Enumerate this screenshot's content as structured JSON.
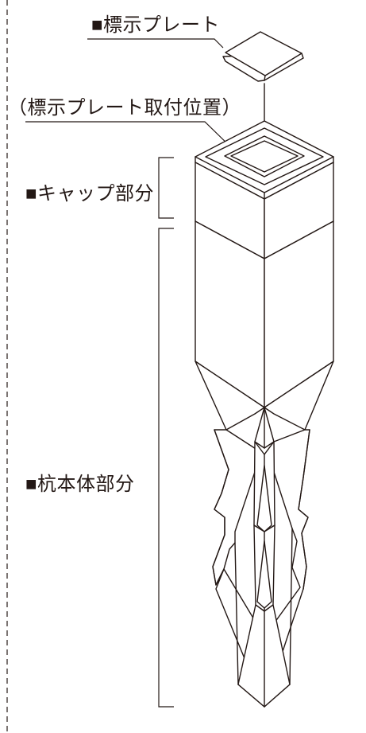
{
  "labels": {
    "plate": "■標示プレート",
    "mount_position": "（標示プレート取付位置）",
    "cap": "■キャップ部分",
    "body": "■杭本体部分"
  }
}
